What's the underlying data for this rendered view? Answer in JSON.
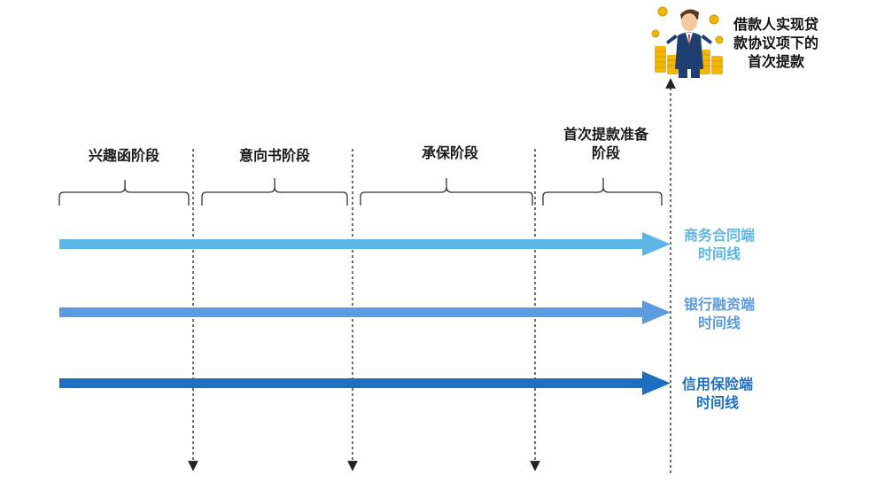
{
  "milestone": {
    "lines": [
      "借款人实现贷",
      "款协议项下的",
      "首次提款"
    ],
    "icon": "businessman-with-coins-icon"
  },
  "phases": [
    {
      "lines": [
        "兴趣函阶段"
      ]
    },
    {
      "lines": [
        "意向书阶段"
      ]
    },
    {
      "lines": [
        "承保阶段"
      ]
    },
    {
      "lines": [
        "首次提款准备",
        "阶段"
      ]
    }
  ],
  "timelines": [
    {
      "lines": [
        "商务合同端",
        "时间线"
      ],
      "color": "#5cb6e6"
    },
    {
      "lines": [
        "银行融资端",
        "时间线"
      ],
      "color": "#5b9be0"
    },
    {
      "lines": [
        "信用保险端",
        "时间线"
      ],
      "color": "#1d6fc1"
    }
  ],
  "colors": {
    "divider": "#222222",
    "brace": "#333333",
    "coin": "#f2b705",
    "suit": "#1f3f73"
  }
}
